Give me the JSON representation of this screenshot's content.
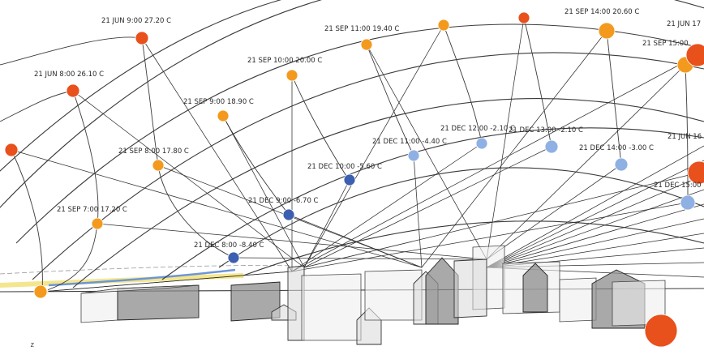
{
  "corner_mark": "z",
  "colors": {
    "june": "#e8501c",
    "sept": "#f39a1e",
    "dec_light": "#8fb0e3",
    "dec_dark": "#3d5fb0",
    "horizon_blue": "#6d95d8",
    "horizon_yellow": "#f2e27a"
  },
  "sun_points": [
    {
      "label": "21 JUN 9:00   27.20 C",
      "season": "june"
    },
    {
      "label": "21 JUN 8:00   26.10 C",
      "season": "june"
    },
    {
      "label": "",
      "season": "june"
    },
    {
      "label": "21 SEP 11:00   19.40 C",
      "season": "sept"
    },
    {
      "label": "21 SEP 10:00   20.00 C",
      "season": "sept"
    },
    {
      "label": "21 SEP 9:00   18.90 C",
      "season": "sept"
    },
    {
      "label": "21 SEP 8:00   17.80 C",
      "season": "sept"
    },
    {
      "label": "21 SEP 7:00   17.20 C",
      "season": "sept"
    },
    {
      "label": "",
      "season": "sept"
    },
    {
      "label": "",
      "season": "sept"
    },
    {
      "label": "21 SEP 14:00   20.60 C",
      "season": "sept"
    },
    {
      "label": "21 SEP 15:00",
      "season": "sept"
    },
    {
      "label": "21 JUN 17",
      "season": "june"
    },
    {
      "label": "21 JUN 16",
      "season": "june"
    },
    {
      "label": "",
      "season": "june"
    },
    {
      "label": "",
      "season": "june"
    },
    {
      "label": "21 DEC 12:00   -2.10 C",
      "season": "dec_light"
    },
    {
      "label": "21 DEC 13:00   -2.10 C",
      "season": "dec_light"
    },
    {
      "label": "21 DEC 11:00   -4.40 C",
      "season": "dec_light"
    },
    {
      "label": "21 DEC 14:00   -3.00 C",
      "season": "dec_light"
    },
    {
      "label": "21 DEC 15:00",
      "season": "dec_light"
    },
    {
      "label": "21 DEC 10:00   -5.60 C",
      "season": "dec_dark"
    },
    {
      "label": "21 DEC 9:00   -6.70 C",
      "season": "dec_dark"
    },
    {
      "label": "21 DEC 8:00   -8.40 C",
      "season": "dec_dark"
    },
    {
      "label": "",
      "season": "sept"
    }
  ]
}
